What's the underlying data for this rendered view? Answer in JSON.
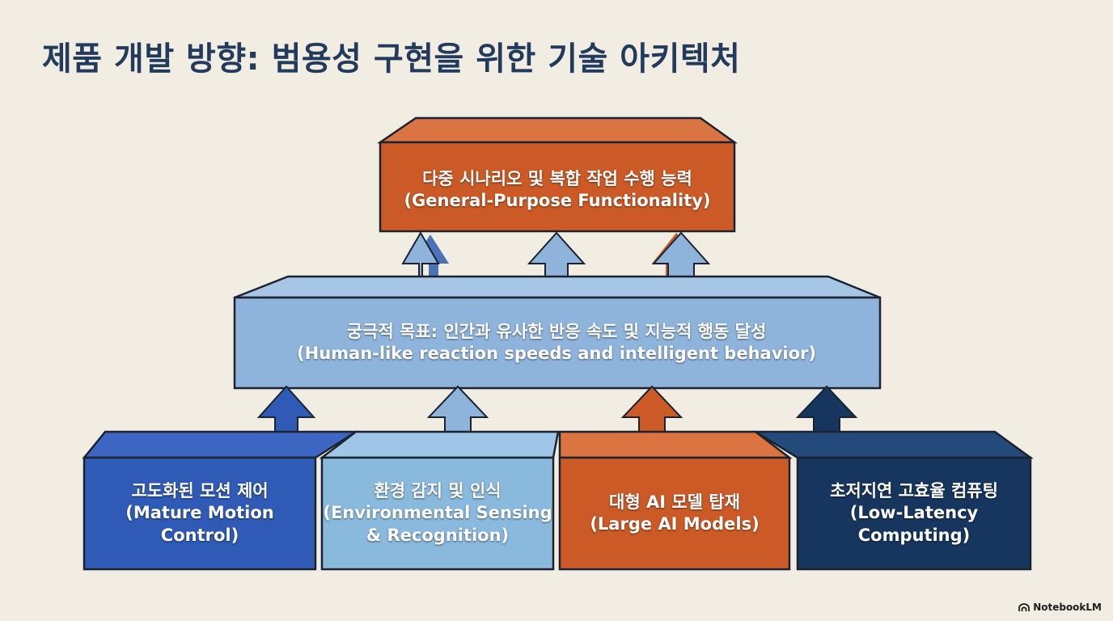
{
  "title": "제품 개발 방향: 범용성 구현을 위한 기술 아키텍처",
  "colors": {
    "background": "#f1ede3",
    "title": "#223a5c",
    "orange": "#cc5a26",
    "light_blue": "#8fb4dc",
    "blue": "#2f5bb7",
    "sky_blue": "#8ab9de",
    "navy": "#17365f"
  },
  "top_box": {
    "line1": "다중 시나리오 및 복합 작업 수행 능력",
    "line2": "(General-Purpose Functionality)"
  },
  "middle_box": {
    "line1": "궁극적 목표: 인간과 유사한 반응 속도 및 지능적 행동 달성",
    "line2": "(Human-like reaction speeds and intelligent behavior)"
  },
  "bottom_boxes": [
    {
      "line1": "고도화된 모션 제어",
      "line2": "(Mature Motion Control)",
      "line3": ""
    },
    {
      "line1": "환경 감지 및 인식",
      "line2": "(Environmental Sensing",
      "line3": "& Recognition)"
    },
    {
      "line1": "대형 AI 모델 탑재",
      "line2": "(Large AI Models)",
      "line3": ""
    },
    {
      "line1": "초저지연 고효율 컴퓨팅",
      "line2": "(Low-Latency",
      "line3": "Computing)"
    }
  ],
  "brand": {
    "name": "NotebookLM",
    "icon": "notebooklm-logo-icon"
  }
}
